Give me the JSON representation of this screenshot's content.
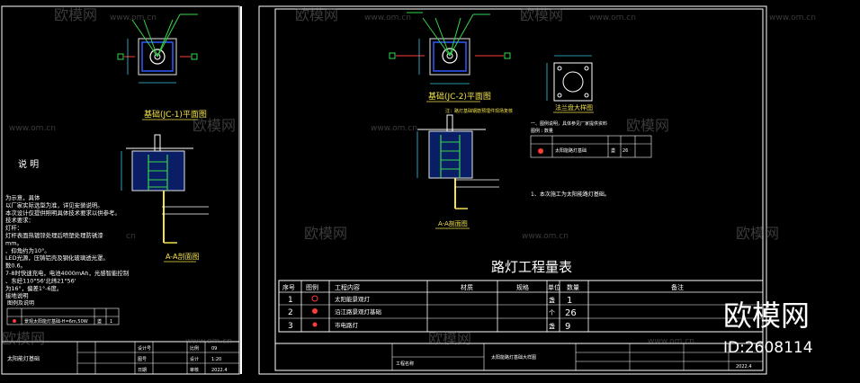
{
  "watermark": {
    "site": "www.om.cn",
    "brand": "欧模网",
    "short": "cn",
    "big_brand": "欧模网",
    "id_label": "ID:2608114"
  },
  "left_sheet": {
    "plan_title": "基础(JC-1)平面图",
    "section_title": "A-A剖面图",
    "notes_heading": "说  明",
    "notes": [
      "为示意，具体",
      "以厂家实际选型为准，详见安装说明。",
      "本次设计仅提供照明具体技术要求以供参考。",
      "技术要求：",
      "灯杆：",
      "灯杆表面热镀锌处理后喷塑处理防锈漆",
      "mm。",
      "、仰角约为10°。",
      "LED光源，压铸铝壳及钢化玻璃透光罩。",
      "数0.6。",
      "7-8时快速充电，电池4000mAh，光感智能控制",
      "、东经110°56'北纬21°56'",
      "为16°，偏差1°-6度。",
      "接地说明"
    ],
    "legend_heading": "图例及说明",
    "legend_rows": [
      {
        "name": "景观太阳能灯基础-H=6m,50W",
        "unit": "盏",
        "qty": "1"
      }
    ],
    "tb_labels": [
      "设计号",
      "图号",
      "日期",
      "比例",
      "设计",
      "审核"
    ],
    "tb_values": [
      "",
      "09",
      "",
      "1:20",
      "",
      "2022.4"
    ],
    "drawing_name": "太阳能灯基础"
  },
  "right_sheet": {
    "plan_title": "基础(JC-2)平面图",
    "section_title": "A-A剖面图",
    "flange_title": "法兰盘大样图",
    "plan_note": "注：路灯基础钢筋预埋件现场复核",
    "legend_heading": "一、图例说明，具体参见厂家提供资料",
    "legend_sub": "图例 : 数量",
    "legend_rows": [
      {
        "name": "太阳能路灯基础",
        "unit": "盏",
        "qty": "26"
      }
    ],
    "note": "1、本次施工为太阳能路灯基础。",
    "tb_drawing": "太阳能路灯基础大样图",
    "tb_project": "工程名称",
    "tb_date": "2022.4"
  },
  "quantity_table": {
    "title": "路灯工程量表",
    "headers": [
      "序号",
      "图例",
      "工程内容",
      "材质",
      "规格",
      "单位",
      "数量",
      "备注"
    ],
    "rows": [
      {
        "no": "1",
        "content": "太阳能景观灯",
        "unit": "盏",
        "qty": "1"
      },
      {
        "no": "2",
        "content": "沿江路景观灯基础",
        "unit": "个",
        "qty": "26"
      },
      {
        "no": "3",
        "content": "市电路灯",
        "unit": "盏",
        "qty": "9"
      }
    ]
  },
  "colors": {
    "background": "#000000",
    "frame": "#ffffff",
    "cyan": "#35c7e6",
    "green": "#37d64a",
    "yellow": "#f2e14a",
    "red": "#ff3b3b",
    "blue": "#2f5bff"
  }
}
